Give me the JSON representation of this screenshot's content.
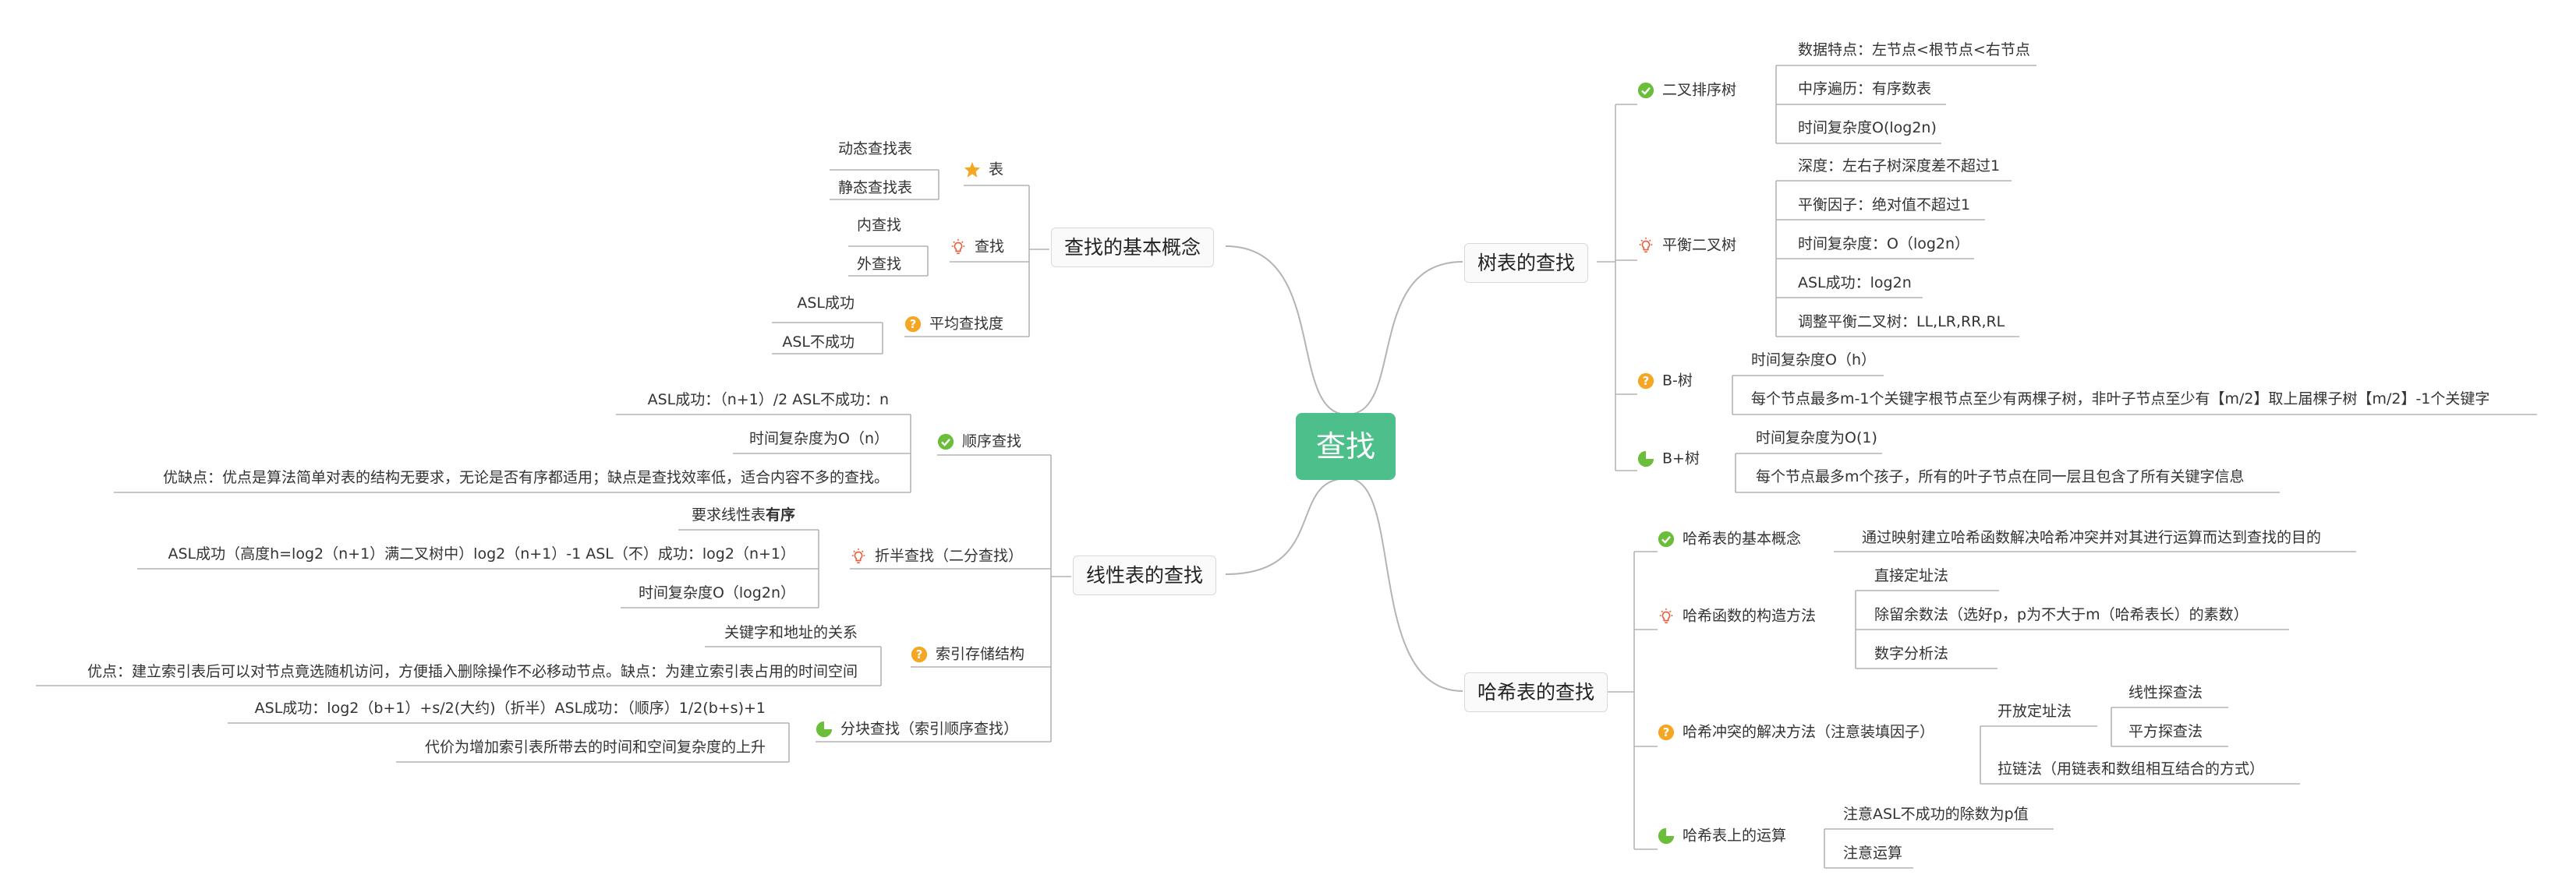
{
  "root": {
    "label": "查找"
  },
  "left": {
    "basic": {
      "label": "查找的基本概念",
      "table": {
        "label": "表",
        "icon": "star-icon",
        "children": [
          "动态查找表",
          "静态查找表"
        ]
      },
      "find": {
        "label": "查找",
        "icon": "lightbulb-icon",
        "children": [
          "内查找",
          "外查找"
        ]
      },
      "asl": {
        "label": "平均查找度",
        "icon": "question-icon",
        "children": [
          "ASL成功",
          "ASL不成功"
        ]
      }
    },
    "linear": {
      "label": "线性表的查找",
      "sequential": {
        "label": "顺序查找",
        "icon": "check-icon",
        "children": [
          "ASL成功：（n+1）/2   ASL不成功：n",
          "时间复杂度为O（n）",
          "优缺点：优点是算法简单对表的结构无要求，无论是否有序都适用；缺点是查找效率低，适合内容不多的查找。"
        ]
      },
      "binary": {
        "label": "折半查找（二分查找）",
        "icon": "lightbulb-icon",
        "children": [
          "要求线性表",
          "ASL成功（高度h=log2（n+1）满二叉树中）log2（n+1）-1  ASL（不）成功：log2（n+1）",
          "时间复杂度O（log2n）"
        ],
        "bold_suffix": "有序"
      },
      "index": {
        "label": "索引存储结构",
        "icon": "question-icon",
        "children": [
          "关键字和地址的关系",
          "优点：建立索引表后可以对节点竟选随机访问，方便插入删除操作不必移动节点。缺点：为建立索引表占用的时间空间"
        ]
      },
      "block": {
        "label": "分块查找（索引顺序查找）",
        "icon": "pie-icon",
        "children": [
          "ASL成功：log2（b+1）+s/2(大约)（折半）ASL成功：（顺序）1/2(b+s)+1",
          "代价为增加索引表所带去的时间和空间复杂度的上升"
        ]
      }
    }
  },
  "right": {
    "tree": {
      "label": "树表的查找",
      "bst": {
        "label": "二叉排序树",
        "icon": "check-icon",
        "children": [
          "数据特点：左节点<根节点<右节点",
          "中序遍历：有序数表",
          "时间复杂度O(log2n)"
        ]
      },
      "avl": {
        "label": "平衡二叉树",
        "icon": "lightbulb-icon",
        "children": [
          "深度：左右子树深度差不超过1",
          "平衡因子：绝对值不超过1",
          "时间复杂度：O（log2n）",
          "ASL成功：log2n",
          "调整平衡二叉树：LL,LR,RR,RL"
        ]
      },
      "btree": {
        "label": "B-树",
        "icon": "question-icon",
        "children": [
          "时间复杂度O（h）",
          "每个节点最多m-1个关键字根节点至少有两棵子树，非叶子节点至少有【m/2】取上届棵子树【m/2】-1个关键字"
        ]
      },
      "bplus": {
        "label": "B+树",
        "icon": "pie-icon",
        "children": [
          "时间复杂度为O(1)",
          "每个节点最多m个孩子，所有的叶子节点在同一层且包含了所有关键字信息"
        ]
      }
    },
    "hash": {
      "label": "哈希表的查找",
      "concept": {
        "label": "哈希表的基本概念",
        "icon": "check-icon",
        "children": [
          "通过映射建立哈希函数解决哈希冲突并对其进行运算而达到查找的目的"
        ]
      },
      "construct": {
        "label": "哈希函数的构造方法",
        "icon": "lightbulb-icon",
        "children": [
          "直接定址法",
          "除留余数法（选好p，p为不大于m（哈希表长）的素数）",
          "数字分析法"
        ]
      },
      "conflict": {
        "label": "哈希冲突的解决方法（注意装填因子）",
        "icon": "question-icon",
        "open": {
          "label": "开放定址法",
          "children": [
            "线性探查法",
            "平方探查法"
          ]
        },
        "chain": "拉链法（用链表和数组相互结合的方式）"
      },
      "ops": {
        "label": "哈希表上的运算",
        "icon": "pie-icon",
        "children": [
          "注意ASL不成功的除数为p值",
          "注意运算"
        ]
      }
    }
  },
  "colors": {
    "root": "#4dbf8a",
    "check": "#6abe39",
    "lightbulb": "#e8603c",
    "question": "#f5a623",
    "star": "#f5a623",
    "pie": "#6abe39",
    "edge": "#b4b4b4"
  }
}
